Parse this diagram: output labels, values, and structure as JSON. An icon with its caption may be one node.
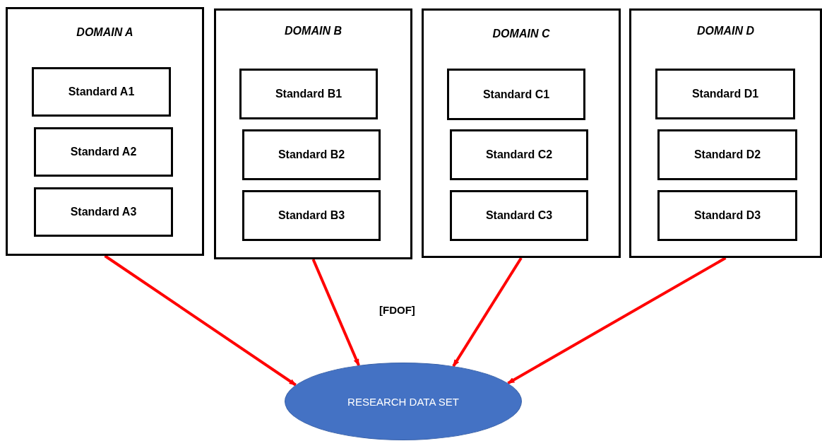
{
  "diagram": {
    "nodes": [
      {
        "text": [
          "DOMAIN A"
        ]
      },
      {
        "text": [
          "Standard A1"
        ],
        "in": 0
      },
      {
        "text": [
          "Standard A2"
        ],
        "in": 0
      },
      {
        "text": [
          "Standard A3"
        ],
        "in": 0
      },
      {
        "text": [
          "DOMAIN B"
        ]
      },
      {
        "text": [
          "Standard B1"
        ],
        "in": 4
      },
      {
        "text": [
          "Standard B2"
        ],
        "in": 4
      },
      {
        "text": [
          "Standard B3"
        ],
        "in": 4
      },
      {
        "text": [
          "DOMAIN C"
        ]
      },
      {
        "text": [
          "Standard C1"
        ],
        "in": 8
      },
      {
        "text": [
          "Standard C2"
        ],
        "in": 8
      },
      {
        "text": [
          "Standard C3"
        ],
        "in": 8
      },
      {
        "text": [
          "DOMAIN D"
        ]
      },
      {
        "text": [
          "Standard D1"
        ],
        "in": 12
      },
      {
        "text": [
          "Standard D2"
        ],
        "in": 12
      },
      {
        "text": [
          "Standard D3"
        ],
        "in": 12
      },
      {
        "text": [
          "RESEARCH DATA SET"
        ]
      }
    ],
    "edges": [
      {
        "from": 0,
        "to": 16,
        "arrow": "to",
        "color": "#ff0000"
      },
      {
        "from": 4,
        "to": 16,
        "arrow": "to",
        "color": "#ff0000"
      },
      {
        "from": 8,
        "to": 16,
        "arrow": "to",
        "color": "#ff0000"
      },
      {
        "from": 12,
        "to": 16,
        "arrow": "to",
        "color": "#ff0000"
      }
    ],
    "labels": [
      "[FDOF]"
    ]
  }
}
